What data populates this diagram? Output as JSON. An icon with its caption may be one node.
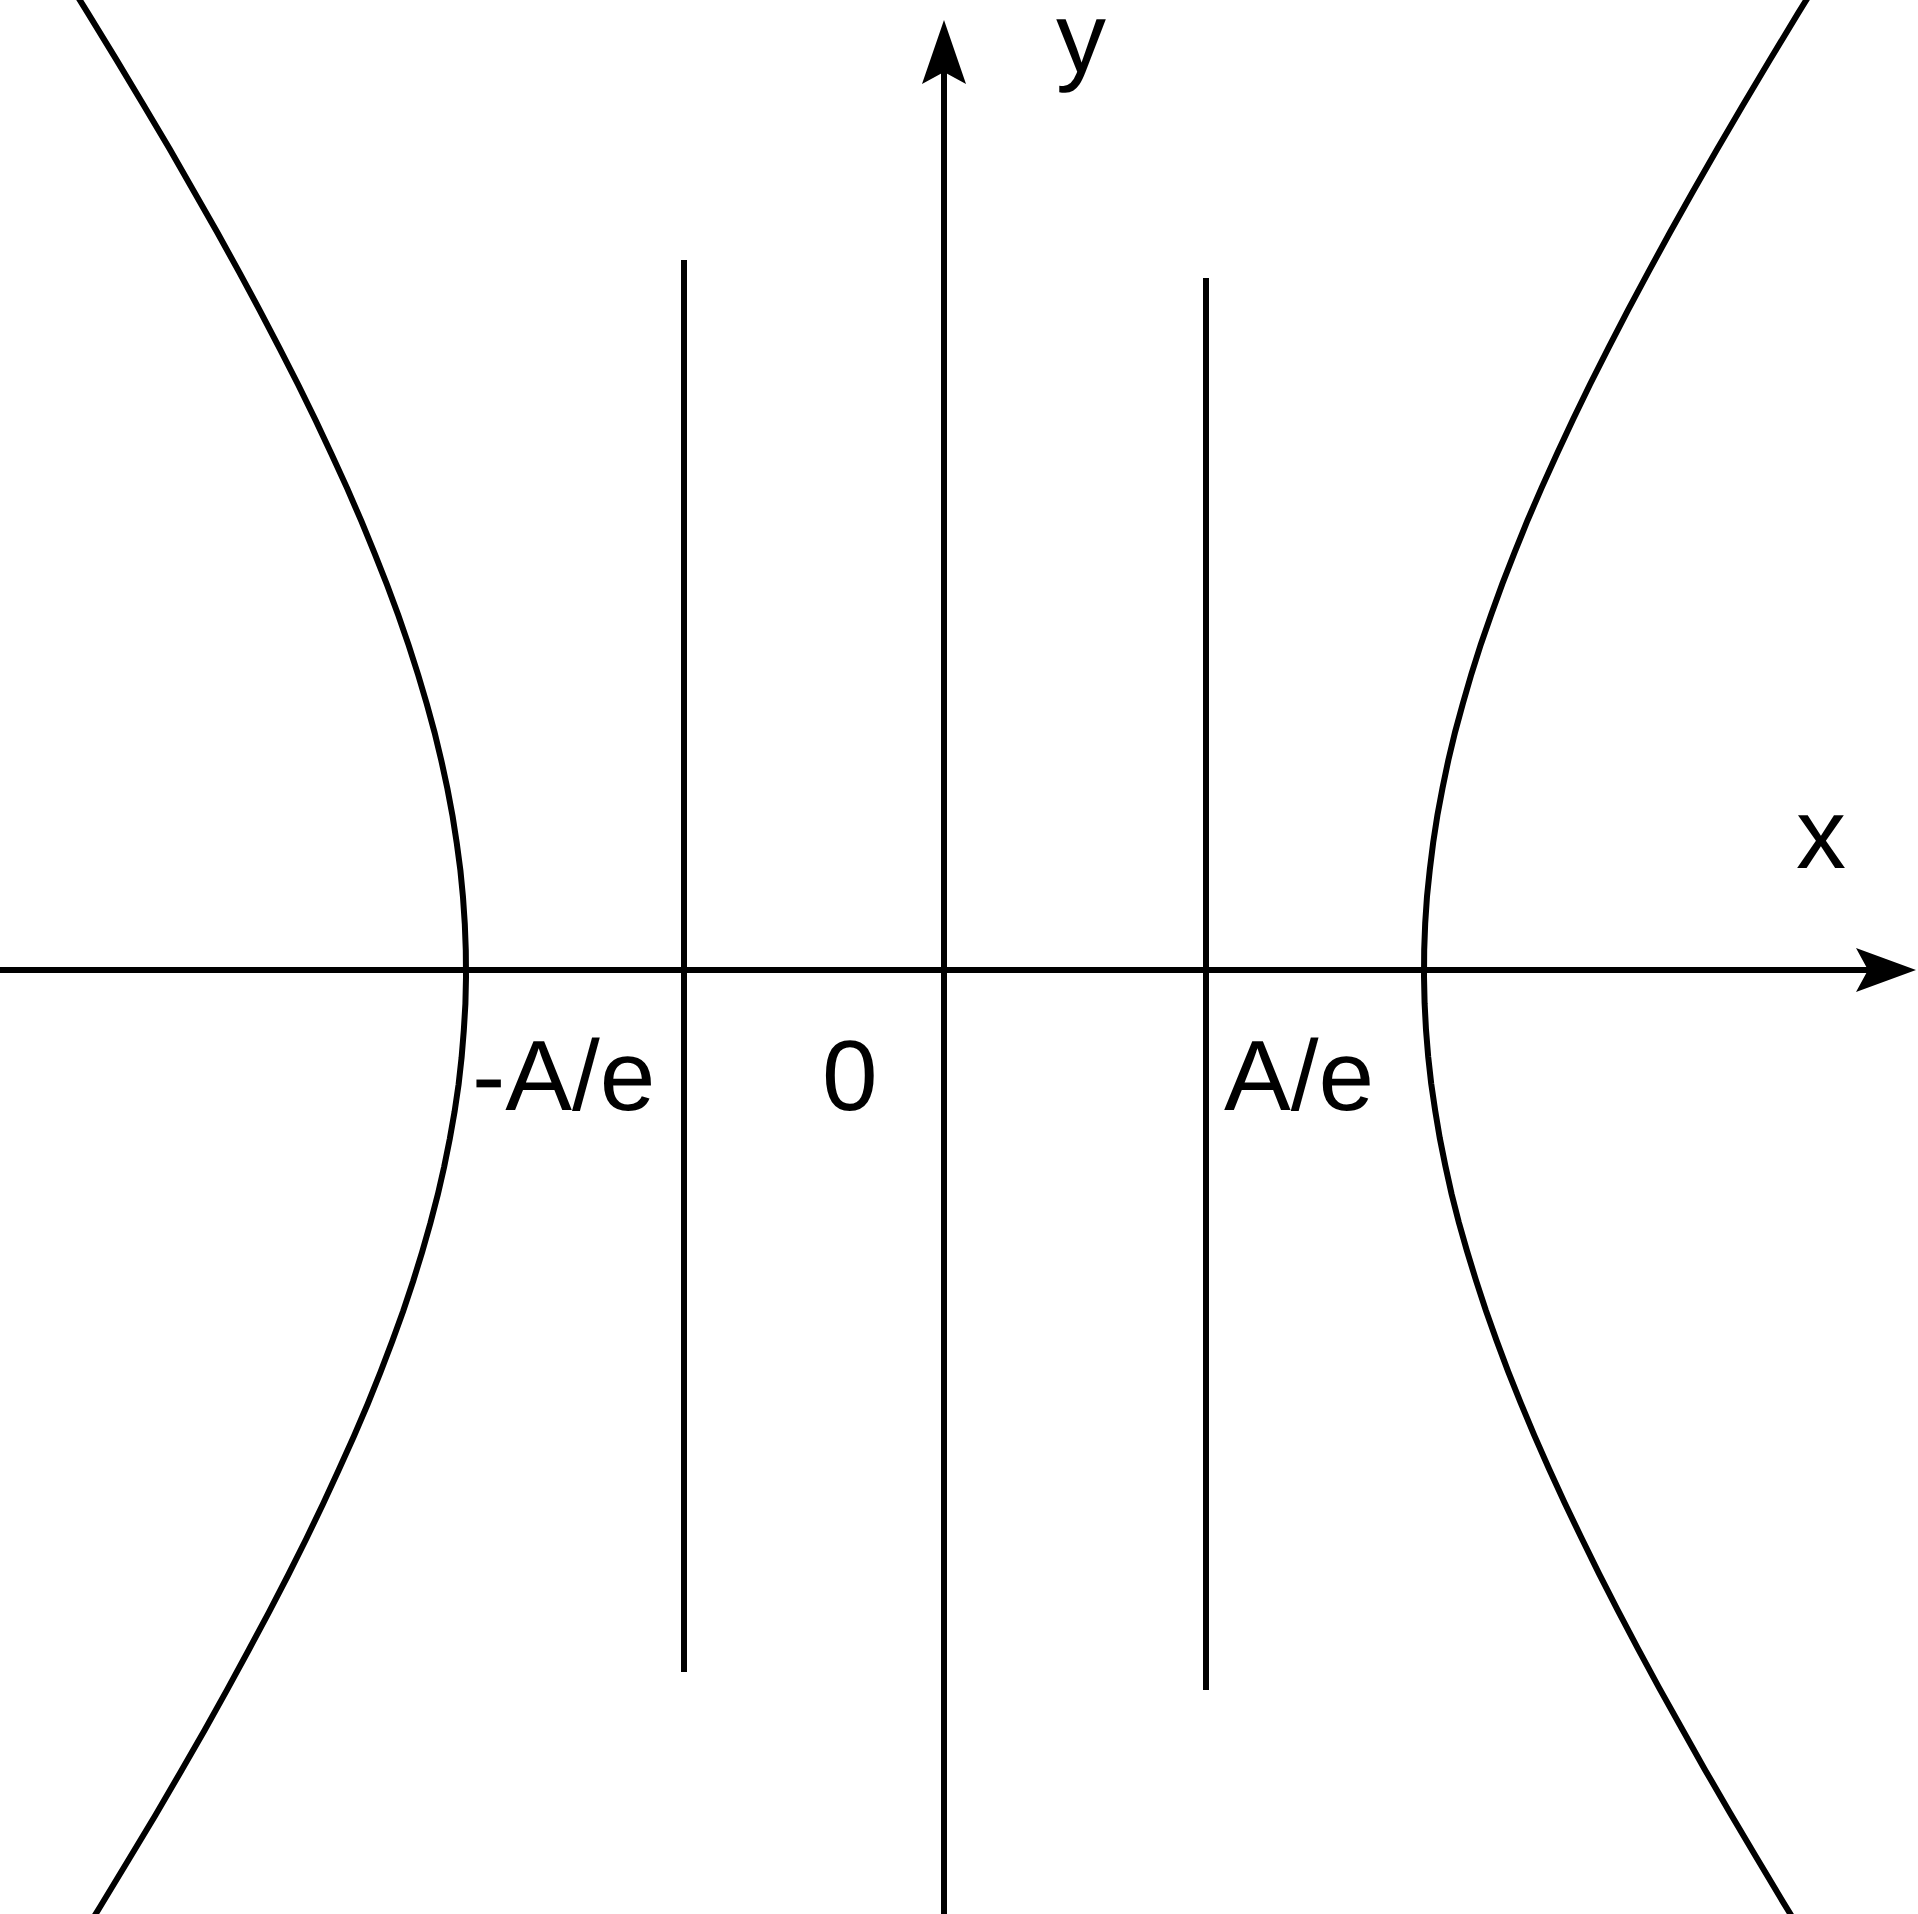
{
  "diagram": {
    "labels": [
      "y",
      "x",
      "-A/e",
      "0",
      "A/e"
    ]
  }
}
